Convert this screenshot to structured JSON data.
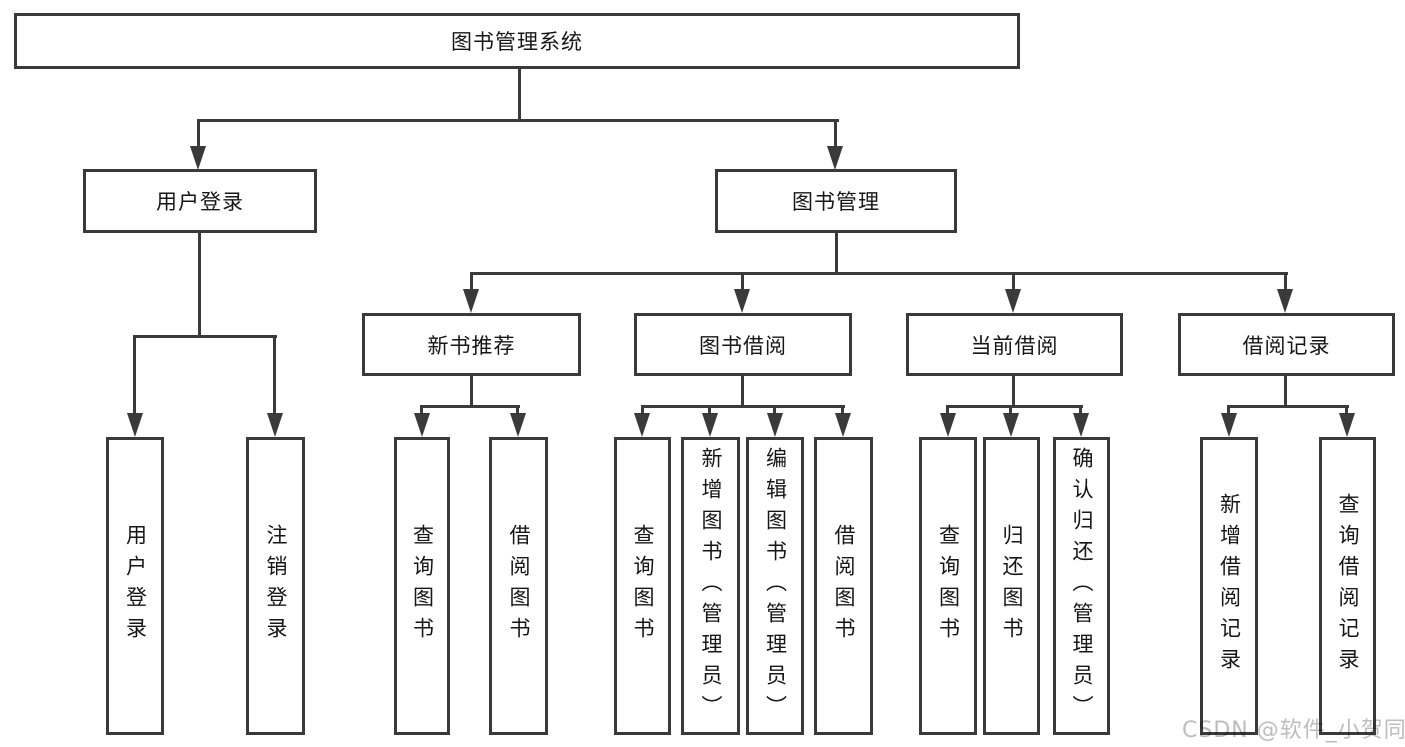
{
  "tree": {
    "root": {
      "label": "图书管理系统",
      "children": [
        {
          "label": "用户登录",
          "children": [
            {
              "label": "用户登录"
            },
            {
              "label": "注销登录"
            }
          ]
        },
        {
          "label": "图书管理",
          "children": [
            {
              "label": "新书推荐",
              "children": [
                {
                  "label": "查询图书"
                },
                {
                  "label": "借阅图书"
                }
              ]
            },
            {
              "label": "图书借阅",
              "children": [
                {
                  "label": "查询图书"
                },
                {
                  "label": "新增图书（管理员）"
                },
                {
                  "label": "编辑图书（管理员）"
                },
                {
                  "label": "借阅图书"
                }
              ]
            },
            {
              "label": "当前借阅",
              "children": [
                {
                  "label": "查询图书"
                },
                {
                  "label": "归还图书"
                },
                {
                  "label": "确认归还（管理员）"
                }
              ]
            },
            {
              "label": "借阅记录",
              "children": [
                {
                  "label": "新增借阅记录"
                },
                {
                  "label": "查询借阅记录"
                }
              ]
            }
          ]
        }
      ]
    }
  },
  "watermark": {
    "text": "CSDN @软件_小贺同学"
  },
  "colors": {
    "line": "#3a3a3a",
    "text": "#161616",
    "watermark": "#bdbdbd",
    "background": "#ffffff"
  }
}
